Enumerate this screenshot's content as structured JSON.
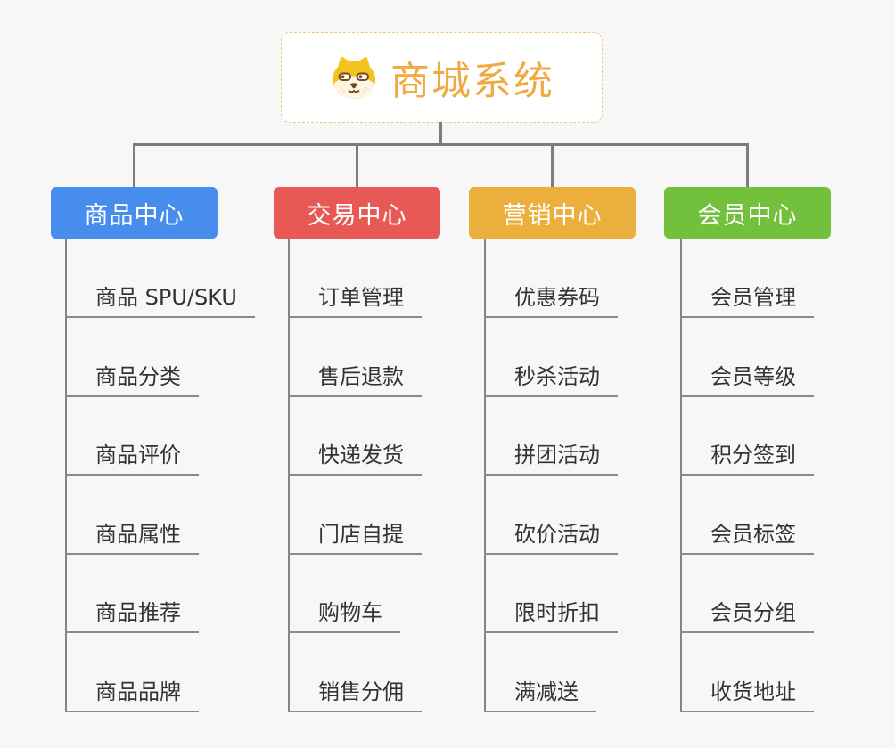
{
  "page": {
    "background": "#f7f7f7",
    "connector_color": "#7d7d7d"
  },
  "root": {
    "title": "商城系统",
    "icon": "shiba-dog-icon",
    "title_color": "#f0aa42",
    "border_color": "#f2c47e"
  },
  "branches": [
    {
      "label": "商品中心",
      "color": "#478dee",
      "items": [
        "商品 SPU/SKU",
        "商品分类",
        "商品评价",
        "商品属性",
        "商品推荐",
        "商品品牌"
      ]
    },
    {
      "label": "交易中心",
      "color": "#e85955",
      "items": [
        "订单管理",
        "售后退款",
        "快递发货",
        "门店自提",
        "购物车",
        "销售分佣"
      ]
    },
    {
      "label": "营销中心",
      "color": "#ecaf3d",
      "items": [
        "优惠券码",
        "秒杀活动",
        "拼团活动",
        "砍价活动",
        "限时折扣",
        "满减送"
      ]
    },
    {
      "label": "会员中心",
      "color": "#72c03c",
      "items": [
        "会员管理",
        "会员等级",
        "积分签到",
        "会员标签",
        "会员分组",
        "收货地址"
      ]
    }
  ]
}
